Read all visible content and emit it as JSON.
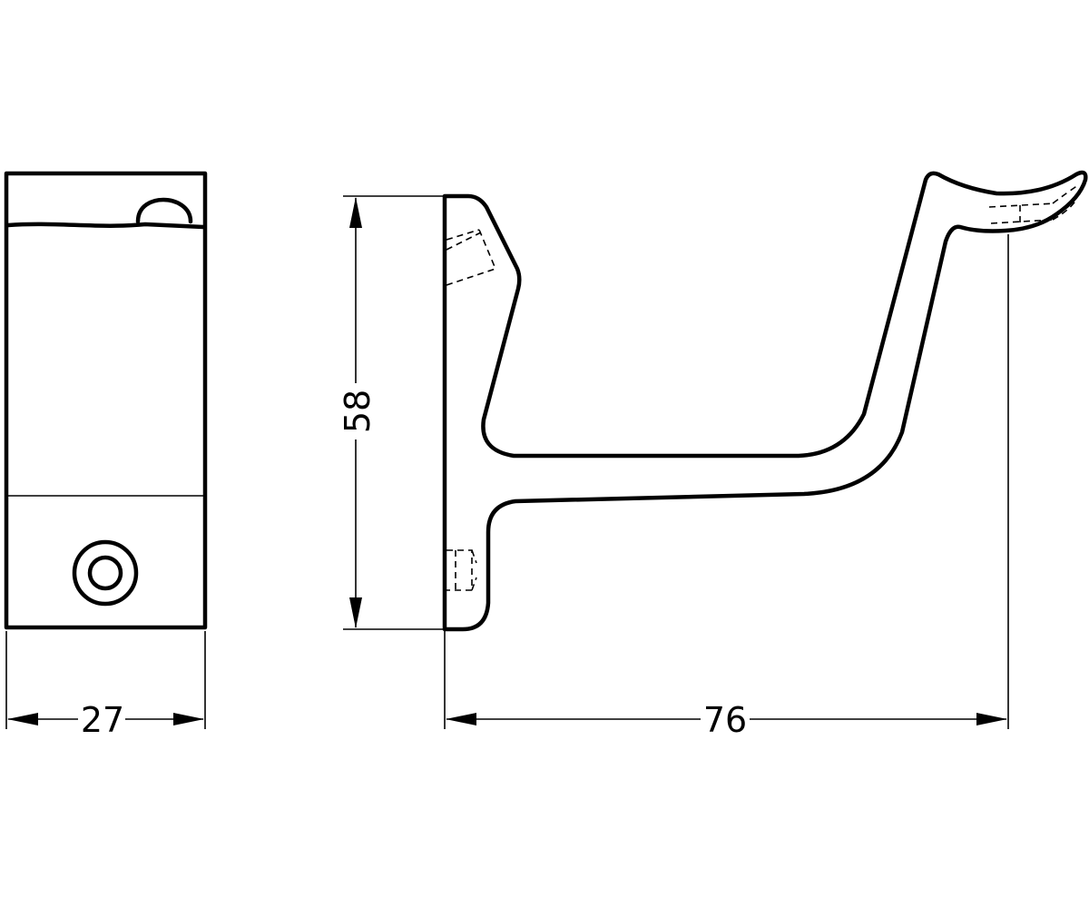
{
  "dimensions": {
    "width": "27",
    "height": "58",
    "projection": "76"
  },
  "colors": {
    "line": "#000000",
    "background": "#ffffff"
  }
}
